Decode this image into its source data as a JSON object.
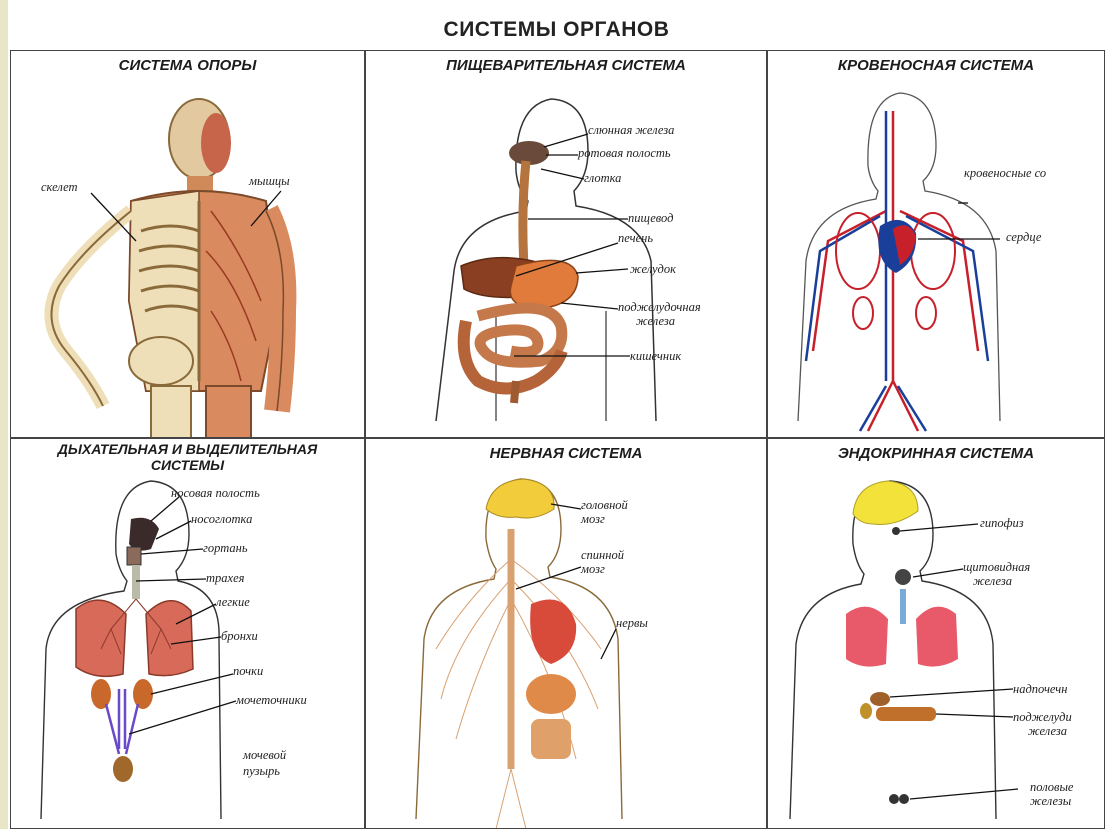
{
  "title": "СИСТЕМЫ ОРГАНОВ",
  "panels": [
    {
      "title": "СИСТЕМА ОПОРЫ",
      "labels": [
        "скелет",
        "мышцы"
      ]
    },
    {
      "title": "ПИЩЕВАРИТЕЛЬНАЯ СИСТЕМА",
      "labels": [
        "слюнная железа",
        "ротовая полость",
        "глотка",
        "пищевод",
        "печень",
        "желудок",
        "поджелудочная",
        "железа",
        "кишечник"
      ]
    },
    {
      "title": "КРОВЕНОСНАЯ СИСТЕМА",
      "labels": [
        "кровеносные со",
        "сердце"
      ]
    },
    {
      "title": "ДЫХАТЕЛЬНАЯ И ВЫДЕЛИТЕЛЬНАЯ",
      "title2": "СИСТЕМЫ",
      "labels": [
        "носовая полость",
        "носоглотка",
        "гортань",
        "трахея",
        "легкие",
        "бронхи",
        "почки",
        "мочеточники",
        "мочевой",
        "пузырь"
      ]
    },
    {
      "title": "НЕРВНАЯ СИСТЕМА",
      "labels": [
        "головной",
        "мозг",
        "спинной",
        "мозг",
        "нервы"
      ]
    },
    {
      "title": "ЭНДОКРИННАЯ СИСТЕМА",
      "labels": [
        "гипофиз",
        "щитовидная",
        "железа",
        "надпочечн",
        "поджелуди",
        "железа",
        "половые",
        "железы"
      ]
    }
  ]
}
